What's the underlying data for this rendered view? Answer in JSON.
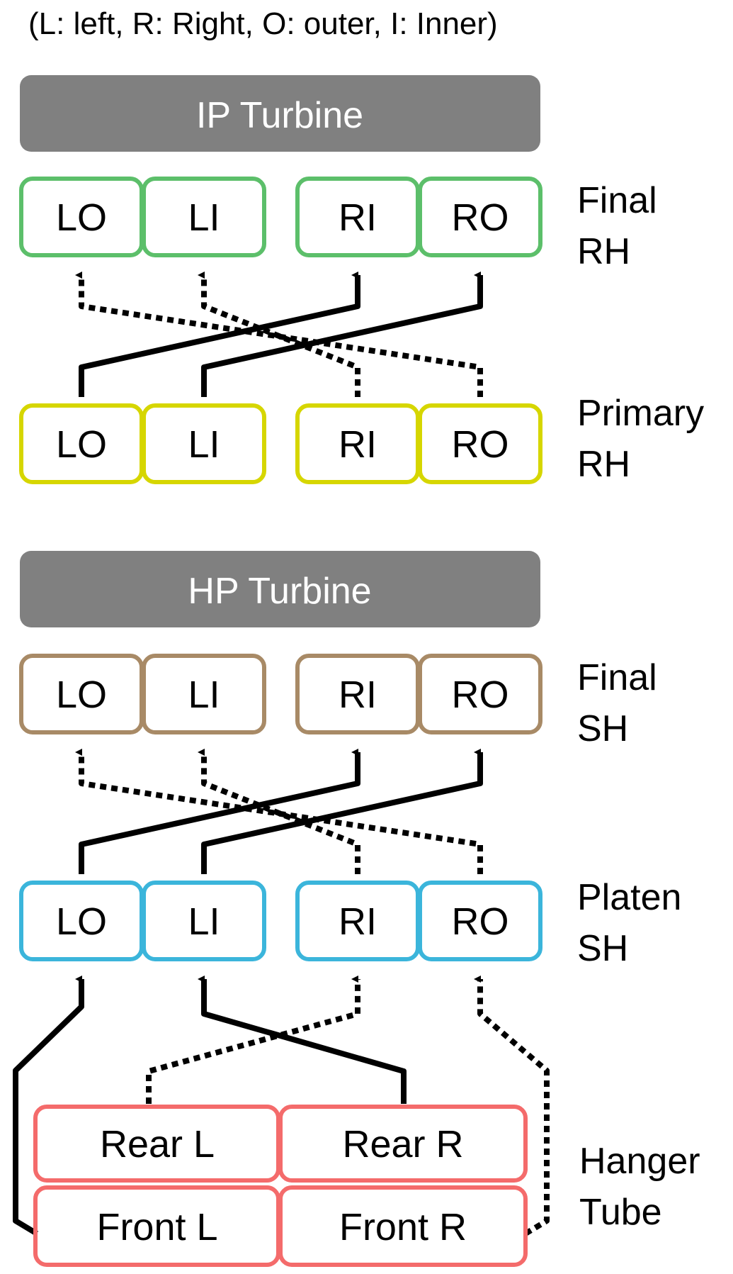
{
  "legend": "(L: left, R: Right, O: outer, I: Inner)",
  "colors": {
    "turbine": "#808080",
    "final_rh": "#5cbf6a",
    "primary_rh": "#d6d600",
    "final_sh": "#a88a66",
    "platen_sh": "#3bb5db",
    "hanger": "#f46b6b",
    "line": "#000000"
  },
  "ip_turbine": {
    "label": "IP Turbine"
  },
  "hp_turbine": {
    "label": "HP Turbine"
  },
  "final_rh": {
    "name_line1": "Final",
    "name_line2": "RH",
    "boxes": [
      "LO",
      "LI",
      "RI",
      "RO"
    ]
  },
  "primary_rh": {
    "name_line1": "Primary",
    "name_line2": "RH",
    "boxes": [
      "LO",
      "LI",
      "RI",
      "RO"
    ]
  },
  "final_sh": {
    "name_line1": "Final",
    "name_line2": "SH",
    "boxes": [
      "LO",
      "LI",
      "RI",
      "RO"
    ]
  },
  "platen_sh": {
    "name_line1": "Platen",
    "name_line2": "SH",
    "boxes": [
      "LO",
      "LI",
      "RI",
      "RO"
    ]
  },
  "hanger_tube": {
    "name_line1": "Hanger",
    "name_line2": "Tube",
    "rear_left": "Rear L",
    "rear_right": "Rear R",
    "front_left": "Front L",
    "front_right": "Front R"
  }
}
